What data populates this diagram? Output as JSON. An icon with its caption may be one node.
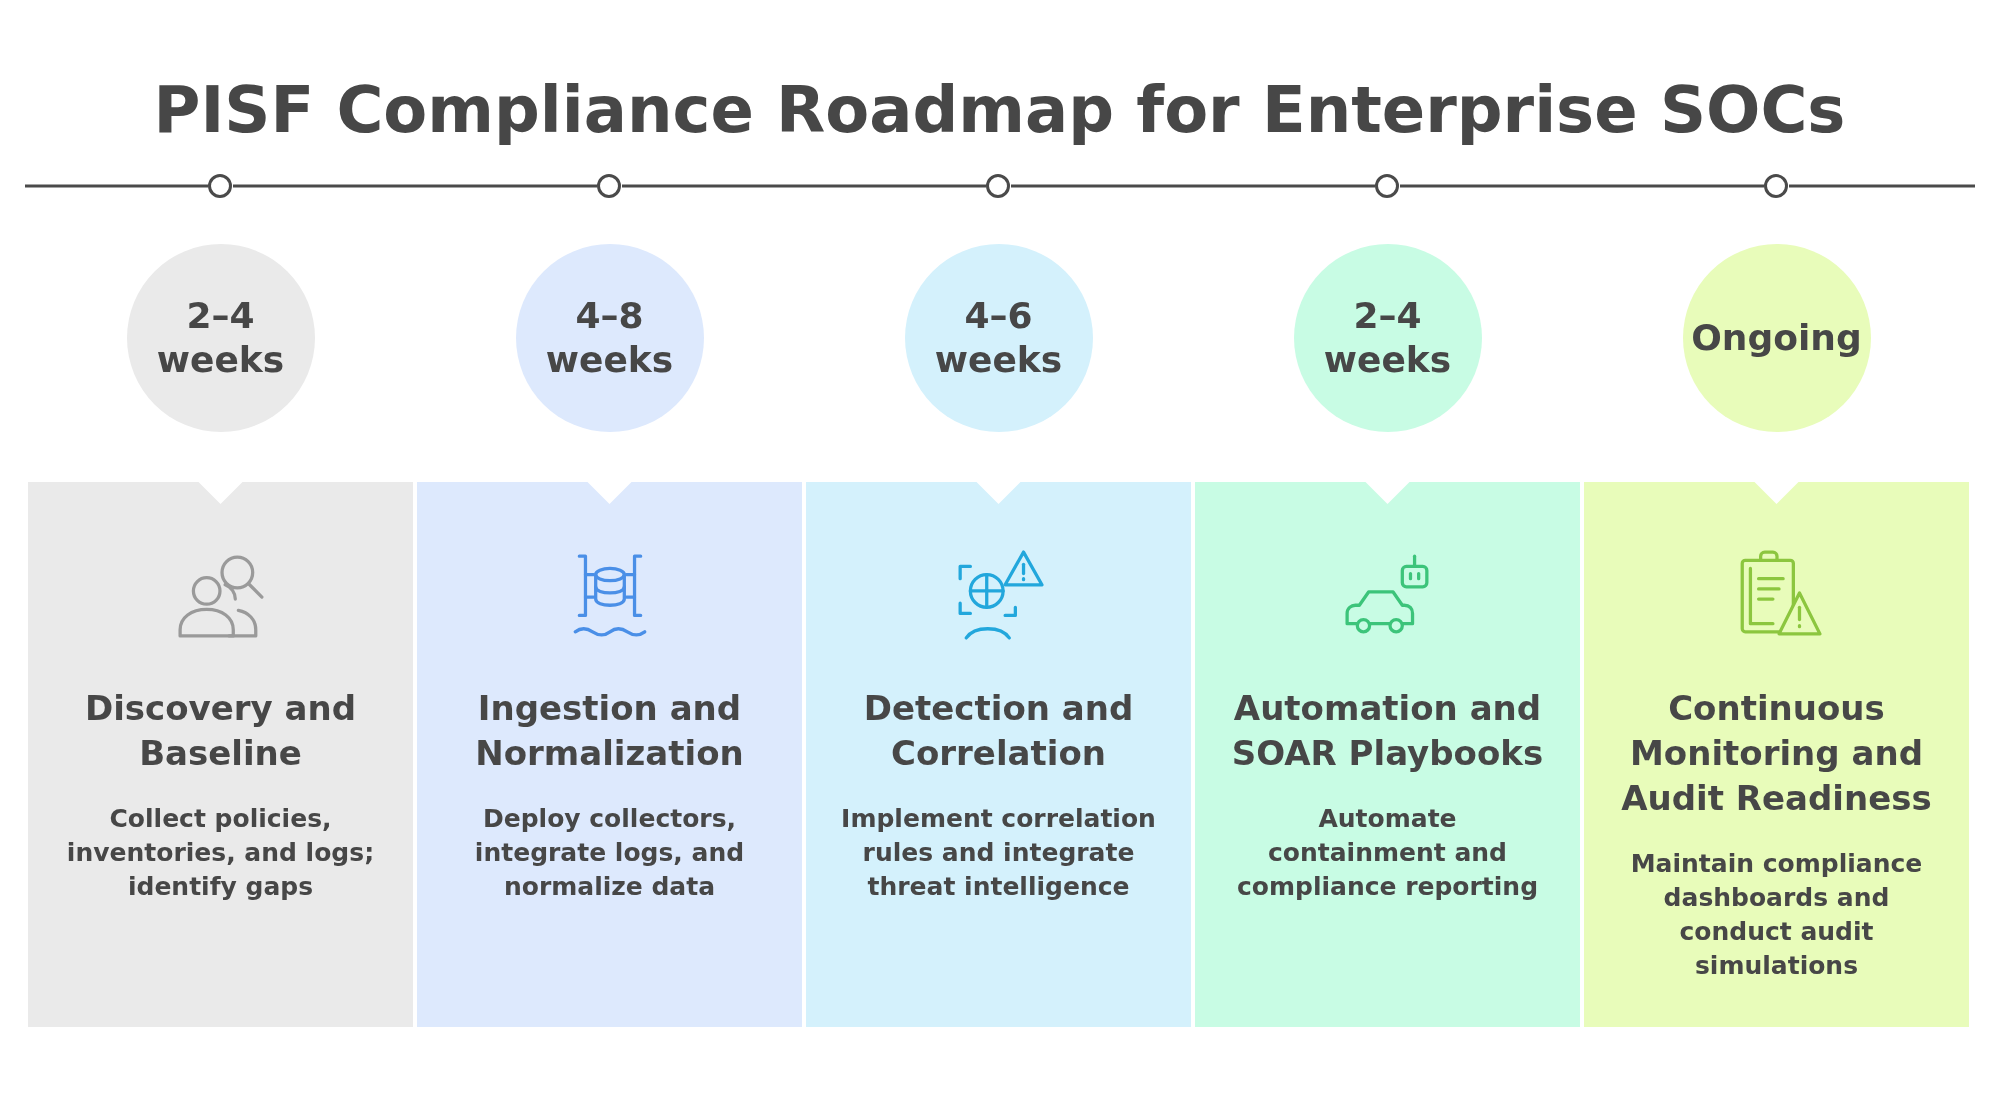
{
  "diagram": {
    "title": "PISF Compliance Roadmap for Enterprise SOCs",
    "nodes": [
      {
        "text": [],
        "shape": "circle"
      },
      {
        "text": [],
        "shape": "circle"
      },
      {
        "text": [],
        "shape": "circle"
      },
      {
        "text": [],
        "shape": "circle"
      },
      {
        "text": [],
        "shape": "circle"
      },
      {
        "text": [
          "2–4 weeks"
        ]
      },
      {
        "text": [
          "4–8 weeks"
        ]
      },
      {
        "text": [
          "4–6 weeks"
        ]
      },
      {
        "text": [
          "2–4 weeks"
        ]
      },
      {
        "text": [
          "Ongoing"
        ]
      },
      {
        "text": [
          "Discovery and Baseline",
          "Collect policies, inventories, and logs; identify gaps"
        ]
      },
      {
        "text": [
          "Ingestion and Normalization",
          "Deploy collectors, integrate logs, and normalize data"
        ]
      },
      {
        "text": [
          "Detection and Correlation",
          "Implement correlation rules and integrate threat intelligence"
        ]
      },
      {
        "text": [
          "Automation and SOAR Playbooks",
          "Automate containment and compliance reporting"
        ]
      },
      {
        "text": [
          "Continuous Monitoring and Audit Readiness",
          "Maintain compliance dashboards and conduct audit simulations"
        ]
      }
    ],
    "edges": [
      {
        "from": null,
        "to": 0,
        "arrow": "none"
      },
      {
        "from": 0,
        "to": 1,
        "arrow": "none"
      },
      {
        "from": 1,
        "to": 2,
        "arrow": "none"
      },
      {
        "from": 2,
        "to": 3,
        "arrow": "none"
      },
      {
        "from": 3,
        "to": 4,
        "arrow": "none"
      },
      {
        "from": 4,
        "to": null,
        "arrow": "none"
      }
    ]
  }
}
